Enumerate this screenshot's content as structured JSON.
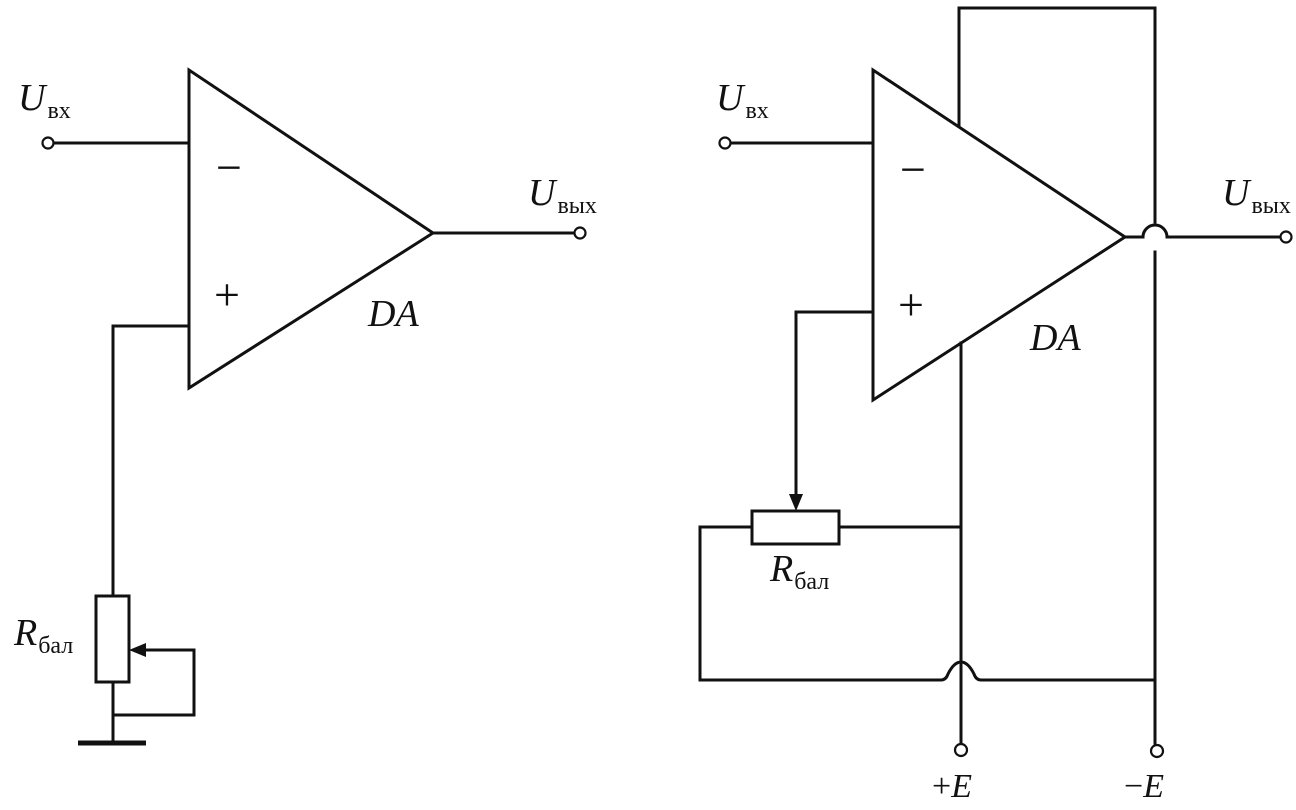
{
  "left_circuit": {
    "input_label": "U",
    "input_sub": "вх",
    "output_label": "U",
    "output_sub": "вых",
    "minus_sign": "−",
    "plus_sign": "+",
    "amp_label": "DA",
    "resistor_label": "R",
    "resistor_sub": "бал"
  },
  "right_circuit": {
    "input_label": "U",
    "input_sub": "вх",
    "output_label": "U",
    "output_sub": "вых",
    "minus_sign": "−",
    "plus_sign": "+",
    "amp_label": "DA",
    "resistor_label": "R",
    "resistor_sub": "бал",
    "pos_supply_sign": "+",
    "pos_supply_letter": "E",
    "neg_supply_sign": "−",
    "neg_supply_letter": "E"
  }
}
